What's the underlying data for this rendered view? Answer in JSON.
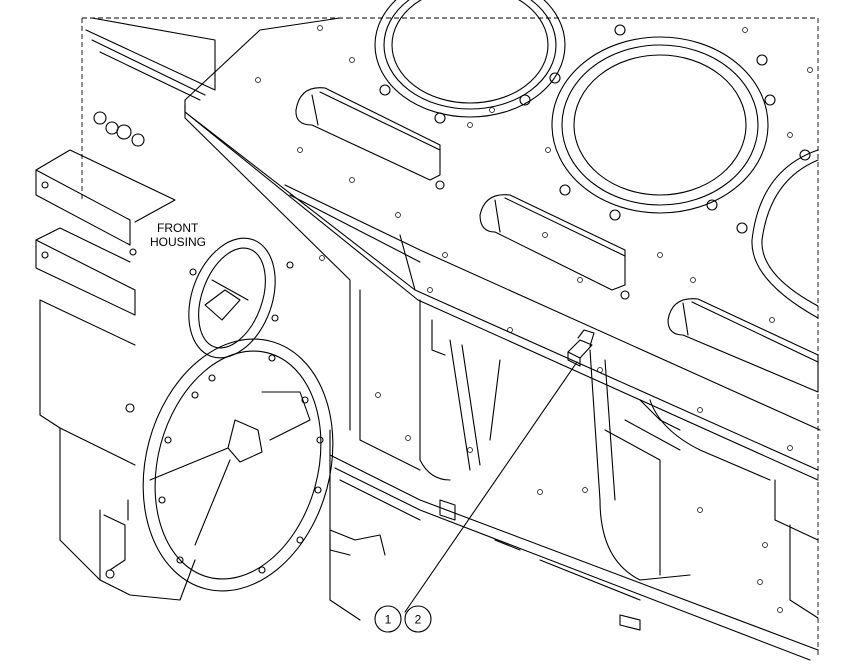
{
  "labels": {
    "front_housing_line1": "FRONT",
    "front_housing_line2": "HOUSING"
  },
  "callouts": [
    {
      "number": "1"
    },
    {
      "number": "2"
    }
  ]
}
